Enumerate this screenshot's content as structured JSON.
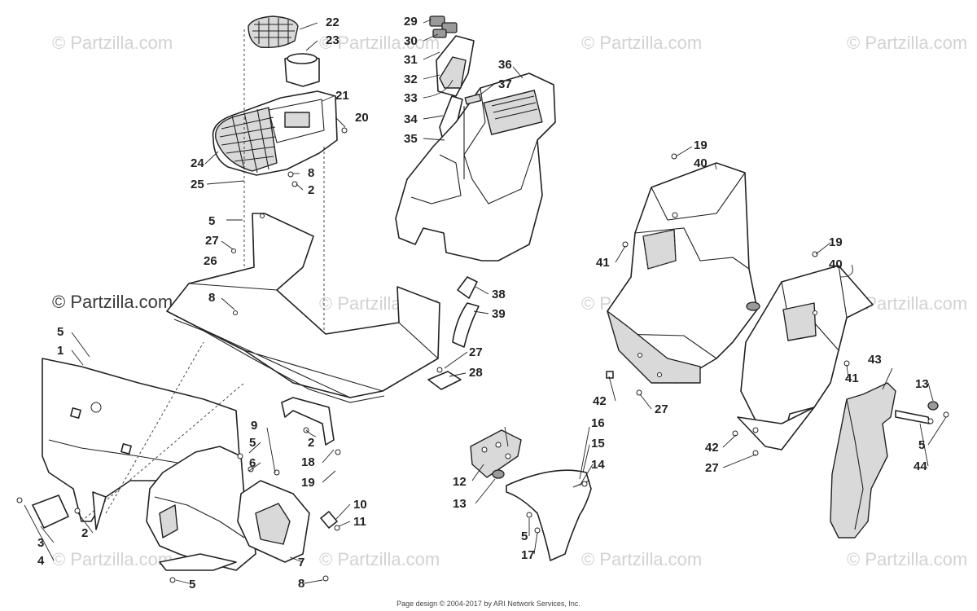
{
  "watermarks": {
    "text": "© Partzilla.com",
    "main": "© Partzilla.com"
  },
  "footer": "Page design © 2004-2017 by ARI Network Services, Inc.",
  "callouts": {
    "c1": "1",
    "c2": "2",
    "c3": "3",
    "c4": "4",
    "c5": "5",
    "c6": "6",
    "c7": "7",
    "c8": "8",
    "c9": "9",
    "c10": "10",
    "c11": "11",
    "c12": "12",
    "c13": "13",
    "c14": "14",
    "c15": "15",
    "c16": "16",
    "c17": "17",
    "c18": "18",
    "c19": "19",
    "c20": "20",
    "c21": "21",
    "c22": "22",
    "c23": "23",
    "c24": "24",
    "c25": "25",
    "c26": "26",
    "c27": "27",
    "c28": "28",
    "c29": "29",
    "c30": "30",
    "c31": "31",
    "c32": "32",
    "c33": "33",
    "c34": "34",
    "c35": "35",
    "c36": "36",
    "c37": "37",
    "c38": "38",
    "c39": "39",
    "c40": "40",
    "c41": "41",
    "c42": "42",
    "c43": "43",
    "c44": "44"
  }
}
